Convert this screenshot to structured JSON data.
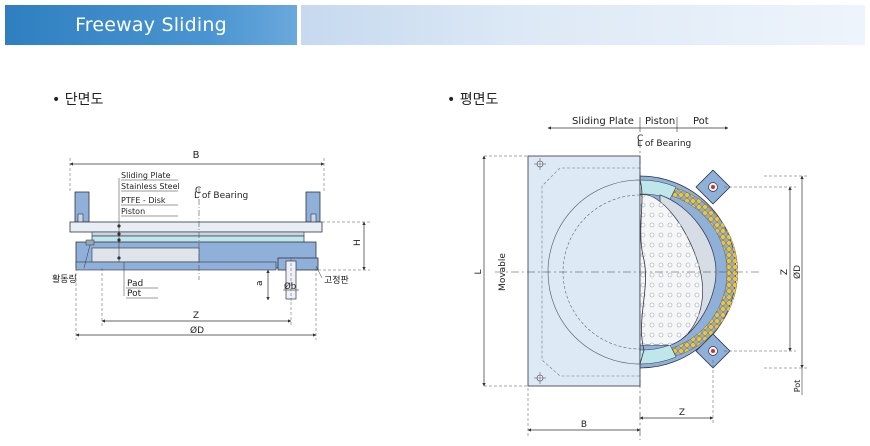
{
  "header": {
    "title": "Freeway Sliding"
  },
  "sections": {
    "section_view": "• 단면도",
    "plan_view": "• 평면도"
  },
  "section_view": {
    "dim_b": "B",
    "dim_h": "H",
    "dim_a": "a",
    "dim_phi_b": "Øb",
    "dim_z": "Z",
    "dim_phi_d": "ØD",
    "centerline_symbol": "C",
    "centerline_label": "L of Bearing",
    "labels": [
      "Sliding Plate",
      "Stainless Steel",
      "PTFE - Disk",
      "Piston"
    ],
    "pad": "Pad",
    "pot": "Pot",
    "ring": "활동링",
    "fixing_plate": "고정판"
  },
  "plan_view": {
    "top_labels": [
      "Sliding Plate",
      "Piston",
      "Pot"
    ],
    "centerline_symbol": "C",
    "centerline_label": "L of Bearing",
    "dim_l": "L",
    "movable": "Movable",
    "dim_z_right": "Z",
    "dim_phi_d_right": "ØD",
    "pot_side": "Pot",
    "dim_b_bottom": "B",
    "dim_z_bottom": "Z"
  }
}
